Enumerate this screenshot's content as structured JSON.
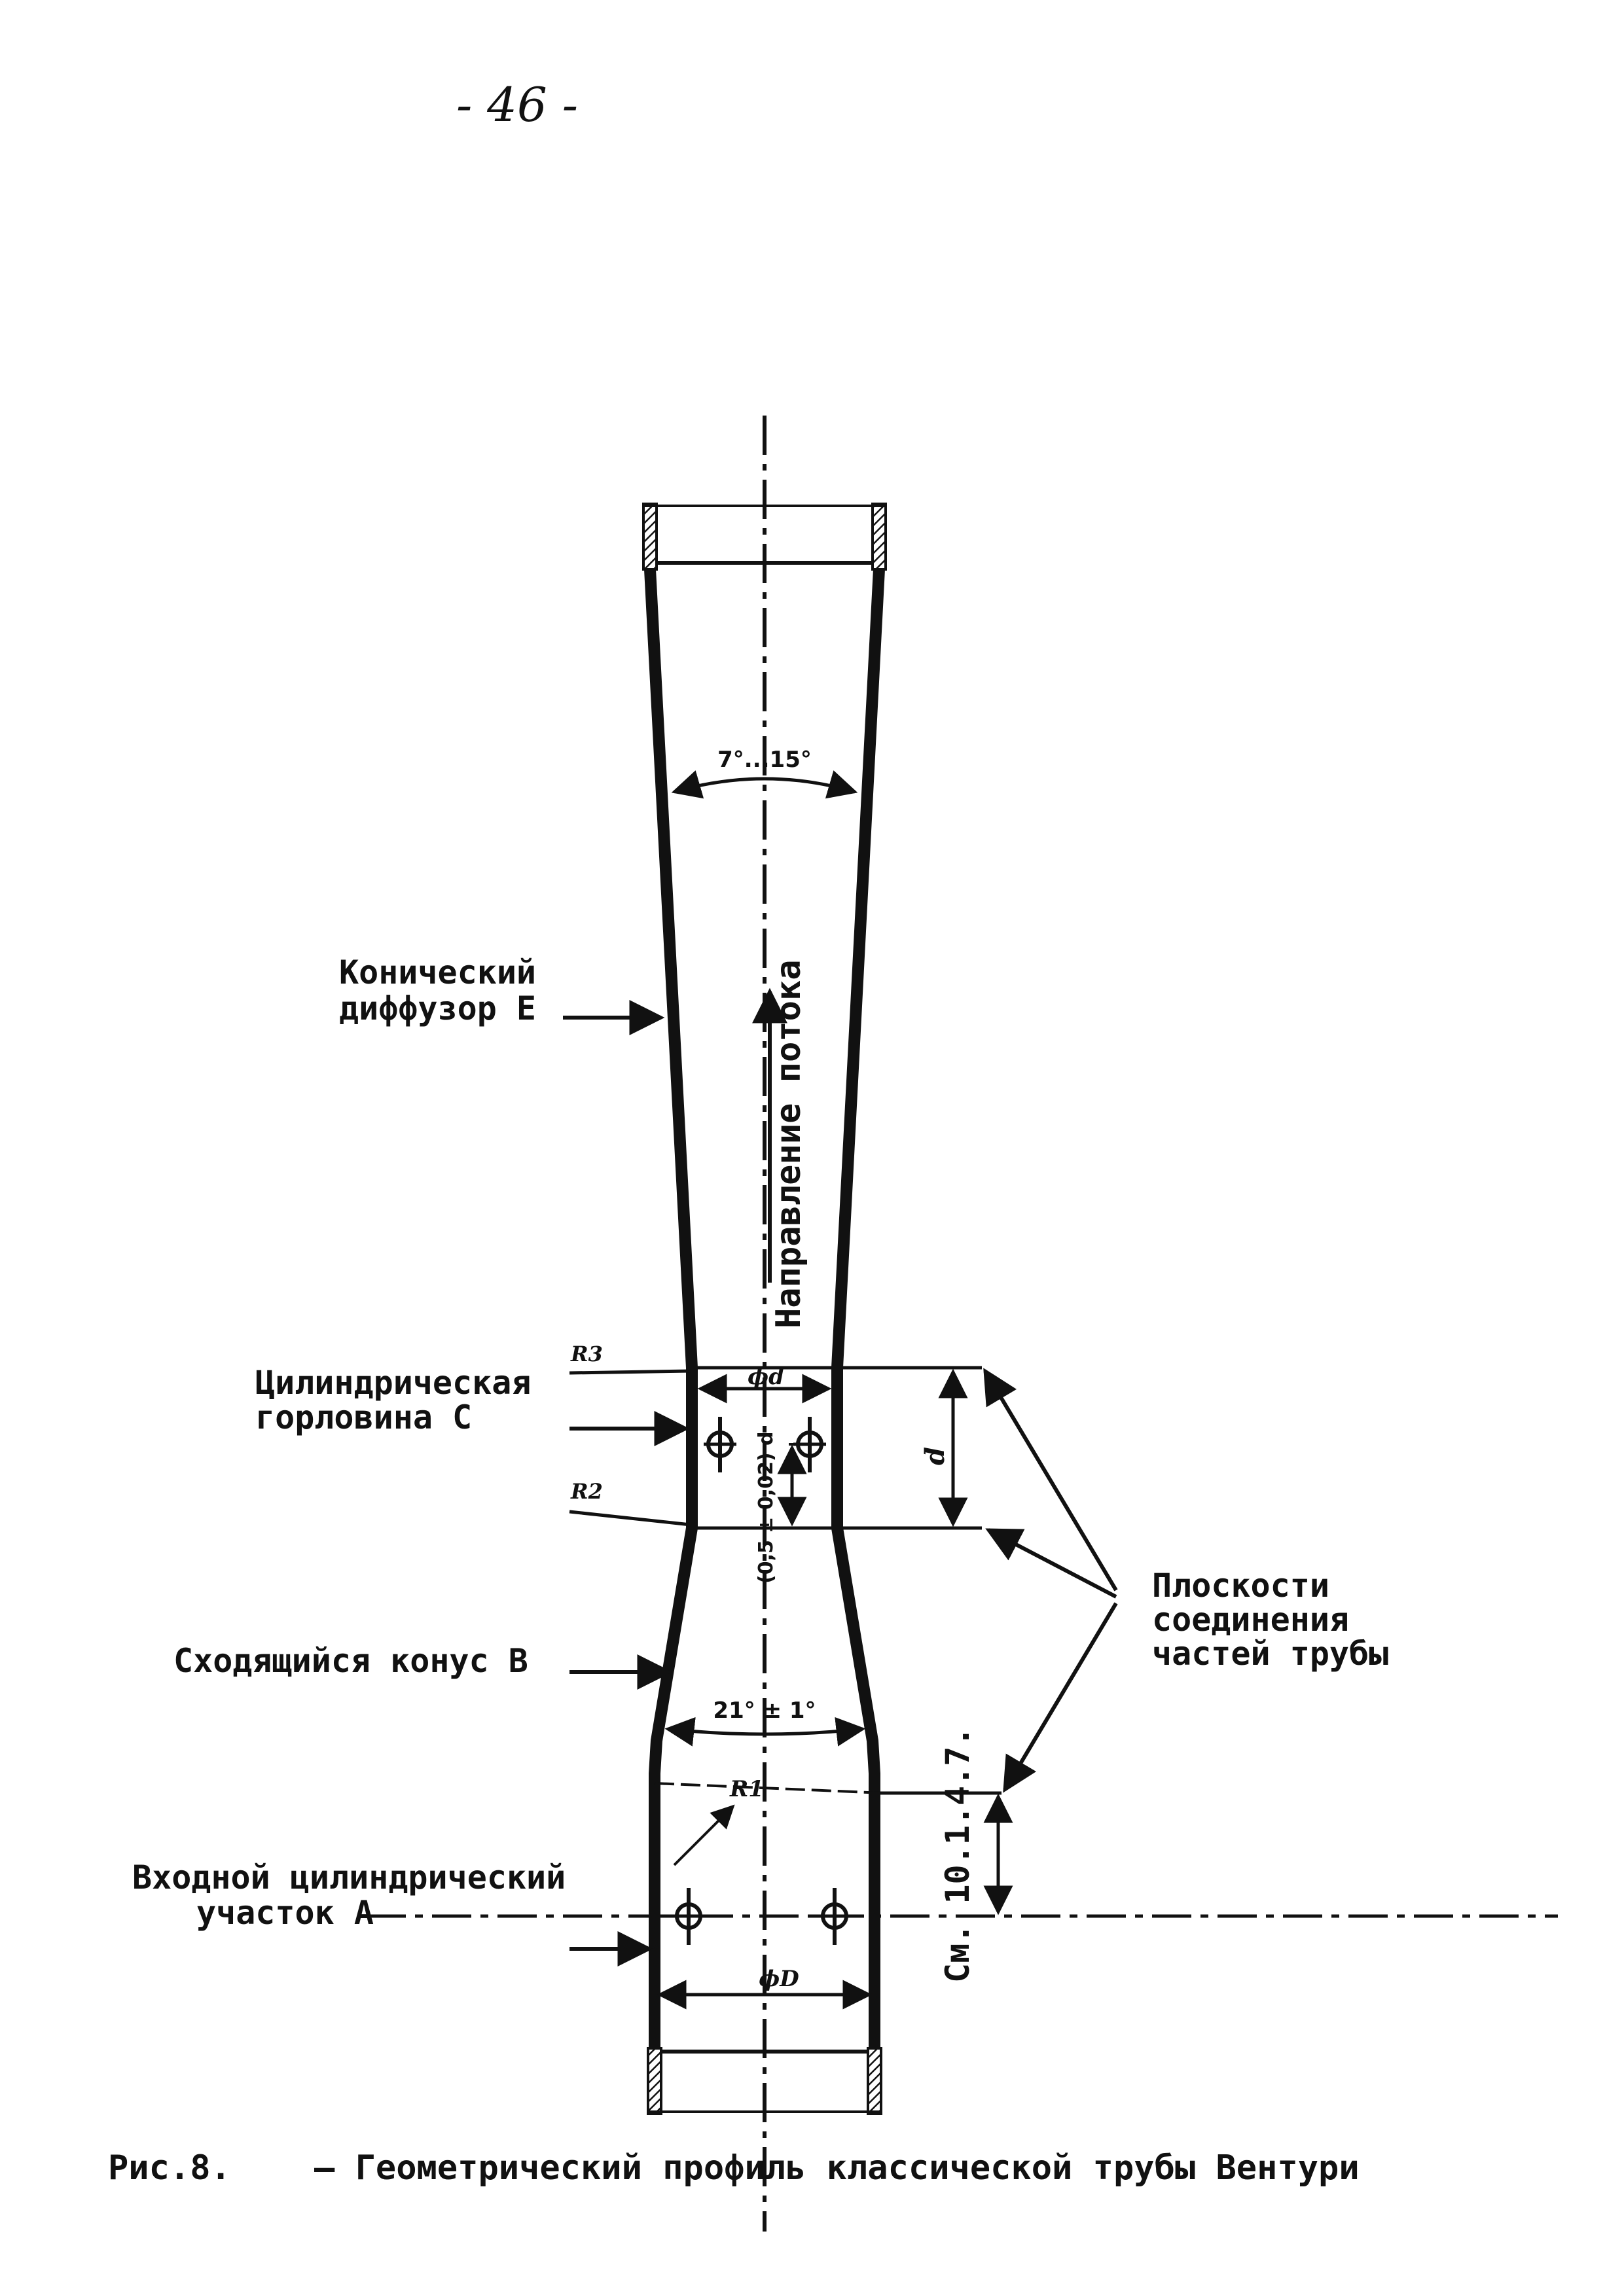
{
  "page": {
    "number": "- 46 -"
  },
  "figure": {
    "labels": {
      "diffuser": [
        "Конический",
        "диффузор Е"
      ],
      "throat": [
        "Цилиндрическая",
        "горловина С"
      ],
      "cone": "Сходящийся конус В",
      "inlet": [
        "Входной цилиндрический",
        "участок А"
      ],
      "planes": [
        "Плоскости",
        "соединения",
        "частей трубы"
      ]
    },
    "dimensions": {
      "diffuser_angle": "7°...15°",
      "throat_diameter": "ϕd",
      "throat_length": "d",
      "tap_distance": "(0,5 ± 0,02) d",
      "cone_angle": "21° ± 1°",
      "inlet_diameter": "ϕD",
      "r1": "R1",
      "r2": "R2",
      "r3": "R3",
      "reference": "См. 10.1.4.7."
    },
    "flow_direction": "Направление потока",
    "caption": {
      "prefix": "Рис.8.",
      "text": "– Геометрический профиль классической трубы Вентури"
    }
  }
}
